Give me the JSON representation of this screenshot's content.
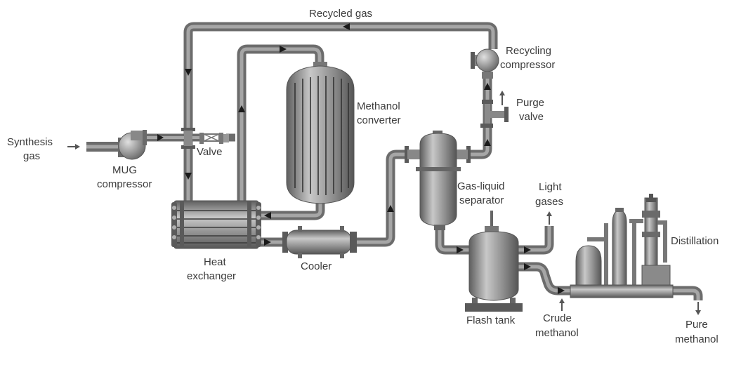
{
  "labels": {
    "recycled_gas": "Recycled gas",
    "recycling_compressor_1": "Recycling",
    "recycling_compressor_2": "compressor",
    "methanol_converter_1": "Methanol",
    "methanol_converter_2": "converter",
    "purge_valve_1": "Purge",
    "purge_valve_2": "valve",
    "synthesis_gas_1": "Synthesis",
    "synthesis_gas_2": "gas",
    "valve": "Valve",
    "mug_compressor_1": "MUG",
    "mug_compressor_2": "compressor",
    "gas_liquid_separator_1": "Gas-liquid",
    "gas_liquid_separator_2": "separator",
    "light_gases_1": "Light",
    "light_gases_2": "gases",
    "distillation": "Distillation",
    "heat_exchanger_1": "Heat",
    "heat_exchanger_2": "exchanger",
    "cooler": "Cooler",
    "flash_tank": "Flash tank",
    "crude_methanol_1": "Crude",
    "crude_methanol_2": "methanol",
    "pure_methanol_1": "Pure",
    "pure_methanol_2": "methanol"
  },
  "colors": {
    "pipe": "#777777",
    "pipe_highlight": "#a8a8a8",
    "vessel_dark": "#6a6a6a",
    "vessel_light": "#c4c4c4",
    "arrow": "#1a1a1a",
    "flow_arrow": "#555555",
    "text": "#3c3c3c"
  }
}
